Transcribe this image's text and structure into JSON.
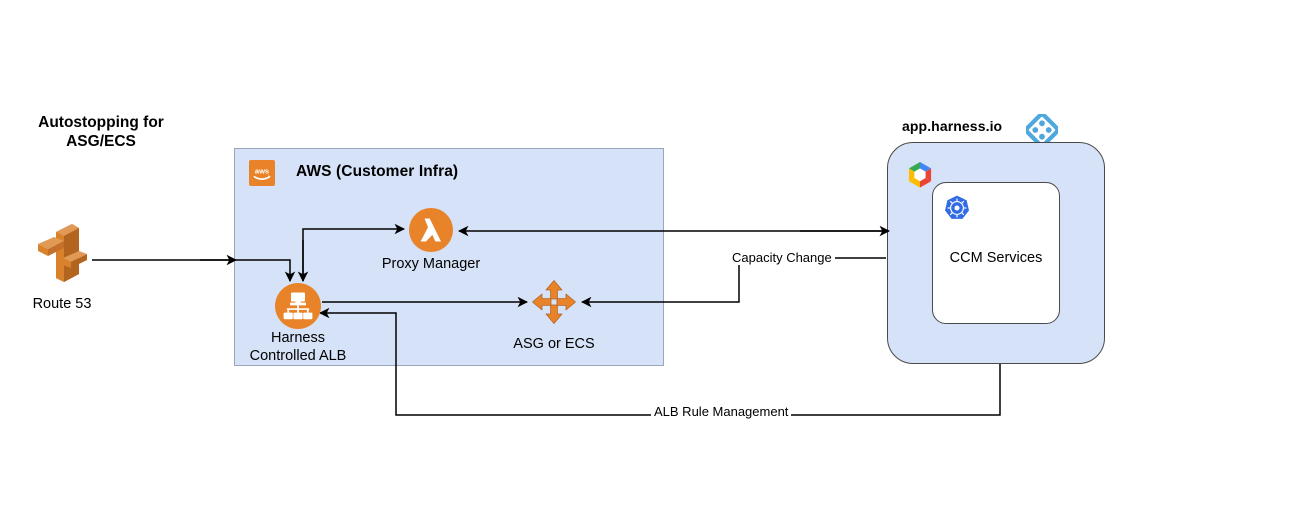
{
  "title": "Autostopping for\nASG/ECS",
  "aws_panel": {
    "title": "AWS (Customer Infra)",
    "logo_text": "aws",
    "logo_icon": "aws-logo-icon",
    "fill_color": "#d6e2f7",
    "border_color": "#9aa7bd"
  },
  "harness_panel": {
    "label": "app.harness.io",
    "logo_icon": "harness-logo-icon",
    "logo_color": "#4fa8dd",
    "cloud_icon": "google-cloud-logo-icon",
    "fill_color": "#d6e2f7",
    "border_color": "#4a4a4a",
    "card": {
      "label": "CCM Services",
      "icon": "kubernetes-logo-icon",
      "icon_color": "#3367d6",
      "fill_color": "#ffffff"
    }
  },
  "nodes": [
    {
      "id": "route53",
      "label": "Route 53",
      "icon": "aws-route53-icon",
      "color": "#d9822b"
    },
    {
      "id": "proxy-manager",
      "label": "Proxy Manager",
      "icon": "aws-lambda-icon",
      "color": "#e8832a"
    },
    {
      "id": "harness-controlled-alb",
      "label": "Harness\nControlled ALB",
      "icon": "aws-load-balancer-icon",
      "color": "#e8832a"
    },
    {
      "id": "asg-or-ecs",
      "label": "ASG or ECS",
      "icon": "aws-autoscaling-icon",
      "color": "#e8832a"
    }
  ],
  "edges": [
    {
      "id": "route53-to-alb",
      "label": "",
      "from": "route53",
      "to": "harness-controlled-alb"
    },
    {
      "id": "proxy-to-alb",
      "label": "",
      "from": "proxy-manager",
      "to": "harness-controlled-alb"
    },
    {
      "id": "alb-to-asg",
      "label": "",
      "from": "harness-controlled-alb",
      "to": "asg-or-ecs"
    },
    {
      "id": "ccm-to-proxy",
      "label": "",
      "from": "ccm-services",
      "to": "proxy-manager"
    },
    {
      "id": "capacity-change",
      "label": "Capacity Change",
      "from": "ccm-services",
      "to": "asg-or-ecs"
    },
    {
      "id": "alb-rule-management",
      "label": "ALB Rule Management",
      "from": "ccm-services",
      "to": "harness-controlled-alb"
    }
  ],
  "line_color": "#000000"
}
